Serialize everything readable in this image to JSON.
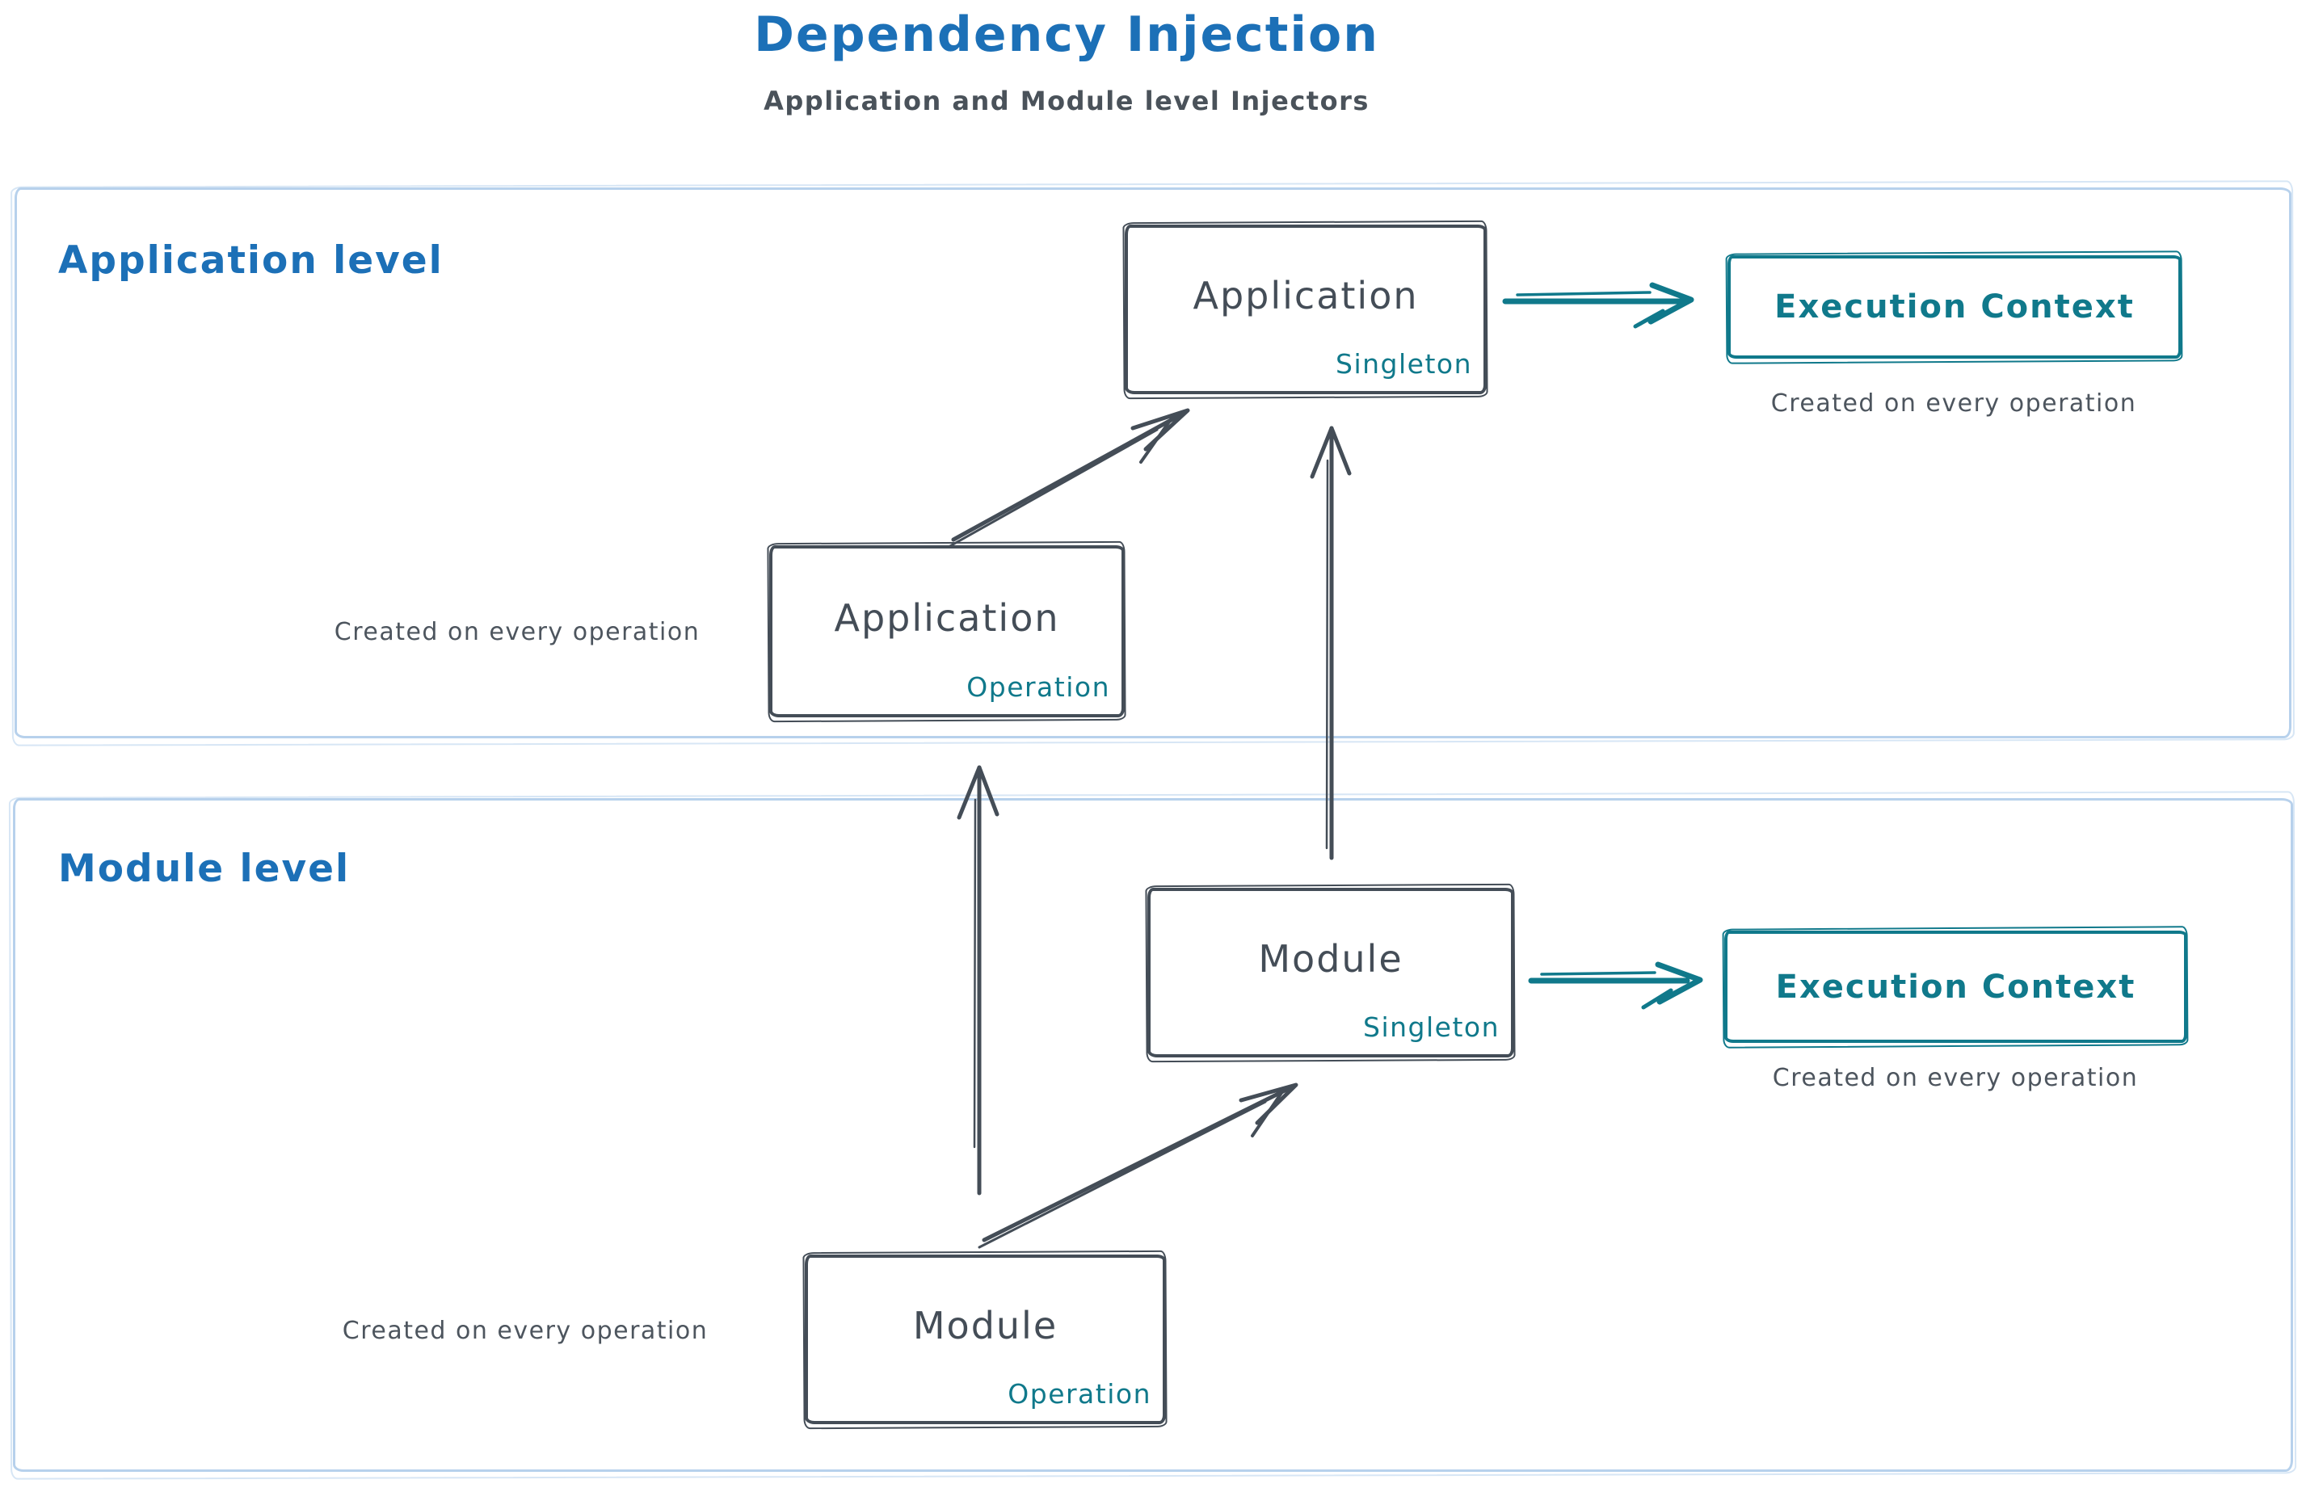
{
  "title": "Dependency Injection",
  "subtitle": "Application and Module level Injectors",
  "colors": {
    "accent_blue": "#1c70b7",
    "container_border_blue": "#b7d1ec",
    "shape_slate": "#444d57",
    "caption_gray": "#4d555e",
    "teal": "#10798b"
  },
  "sections": {
    "application": {
      "label": "Application level",
      "singleton_box": {
        "title": "Application",
        "tag": "Singleton"
      },
      "operation_box": {
        "title": "Application",
        "tag": "Operation"
      },
      "operation_caption": "Created on every operation",
      "execution_context": {
        "label": "Execution Context",
        "caption": "Created on every operation"
      }
    },
    "module": {
      "label": "Module level",
      "singleton_box": {
        "title": "Module",
        "tag": "Singleton"
      },
      "operation_box": {
        "title": "Module",
        "tag": "Operation"
      },
      "operation_caption": "Created on every operation",
      "execution_context": {
        "label": "Execution Context",
        "caption": "Created on every operation"
      }
    }
  }
}
